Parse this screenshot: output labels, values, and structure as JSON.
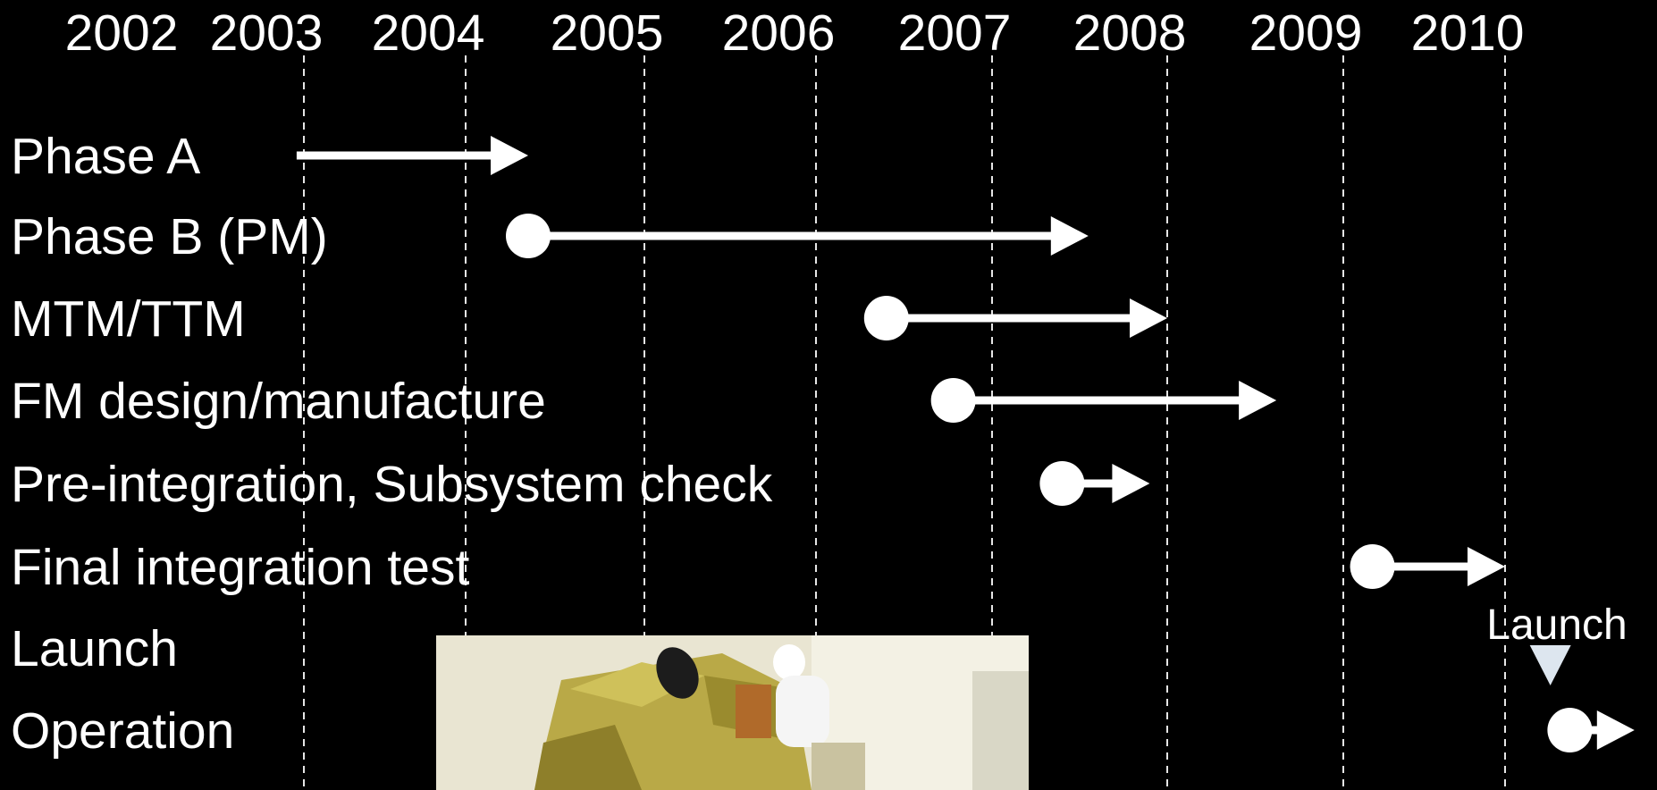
{
  "years": [
    "2002",
    "2003",
    "2004",
    "2005",
    "2006",
    "2007",
    "2008",
    "2009",
    "2010"
  ],
  "phases": [
    {
      "label": "Phase A",
      "start": 2002.95,
      "end": 2004.35,
      "start_marker": false
    },
    {
      "label": "Phase B (PM)",
      "start": 2004.35,
      "end": 2007.55,
      "start_marker": true
    },
    {
      "label": "MTM/TTM",
      "start": 2006.4,
      "end": 2008.0,
      "start_marker": true
    },
    {
      "label": "FM design/manufacture",
      "start": 2006.78,
      "end": 2008.62,
      "start_marker": true
    },
    {
      "label": "Pre-integration, Subsystem check",
      "start": 2007.4,
      "end": 2007.9,
      "start_marker": true
    },
    {
      "label": "Final integration test",
      "start": 2009.18,
      "end": 2010.0,
      "start_marker": true
    },
    {
      "label": "Launch",
      "milestone": 2010.28
    },
    {
      "label": "Operation",
      "start": 2010.4,
      "end": 2010.8,
      "start_marker": true
    }
  ],
  "launch_callout": "Launch",
  "colors": {
    "background": "#000000",
    "foreground": "#ffffff",
    "launch_marker": "#dde6ef"
  },
  "photo": "satellite-in-cleanroom-photo"
}
